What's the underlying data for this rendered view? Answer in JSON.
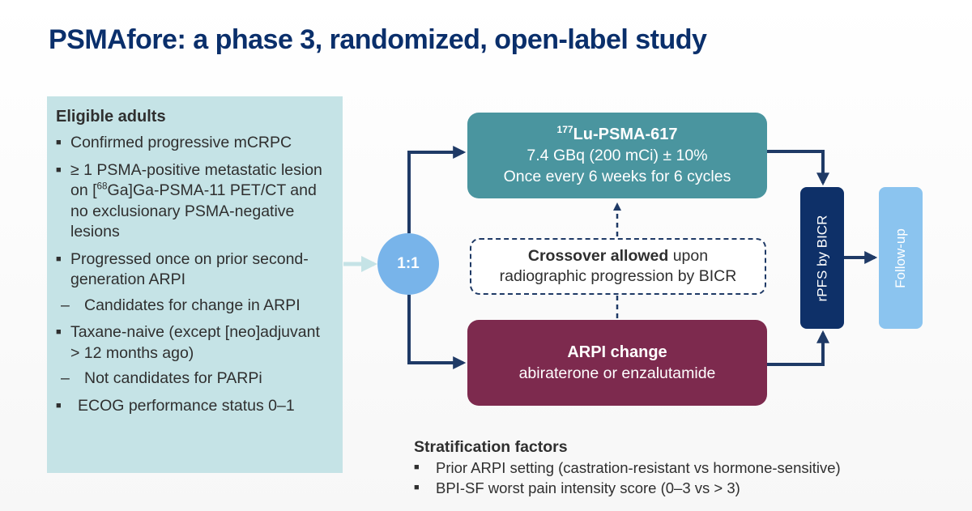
{
  "title": "PSMAfore: a phase 3, randomized, open-label study",
  "eligible": {
    "heading": "Eligible adults",
    "item1": "Confirmed progressive mCRPC",
    "item2_pre": "≥ 1 PSMA-positive metastatic lesion on [",
    "item2_sup": "68",
    "item2_post": "Ga]Ga-PSMA-11 PET/CT and no exclusionary PSMA-negative lesions",
    "item3": "Progressed once on prior second-generation ARPI",
    "item3_sub": "Candidates for change in ARPI",
    "item4": "Taxane-naive (except [neo]adjuvant > 12 months ago)",
    "item4_sub": "Not candidates for PARPi",
    "item5": "ECOG performance status 0–1",
    "bullet": "■",
    "dash": "–"
  },
  "randomization": "1:1",
  "arm_lu": {
    "name_sup": "177",
    "name": "Lu-PSMA-617",
    "dose": "7.4 GBq (200 mCi) ± 10%",
    "schedule": "Once every 6 weeks for 6 cycles"
  },
  "crossover": {
    "bold": "Crossover allowed",
    "rest1": " upon",
    "rest2": "radiographic progression by BICR"
  },
  "arm_arpi": {
    "name": "ARPI change",
    "drugs": "abiraterone or enzalutamide"
  },
  "endpoint": "rPFS by BICR",
  "followup": "Follow-up",
  "stratification": {
    "heading": "Stratification factors",
    "items": [
      "Prior ARPI setting (castration-resistant vs hormone-sensitive)",
      "BPI-SF worst pain intensity score (0–3 vs > 3)"
    ]
  },
  "colors": {
    "title": "#0a2f6b",
    "eligible_bg": "#c5e3e6",
    "ratio": "#78b4ea",
    "lu_arm": "#4a959f",
    "arpi_arm": "#7d2a4e",
    "endpoint": "#0e3068",
    "followup": "#8bc4ef",
    "arrows": "#1f3a66"
  }
}
